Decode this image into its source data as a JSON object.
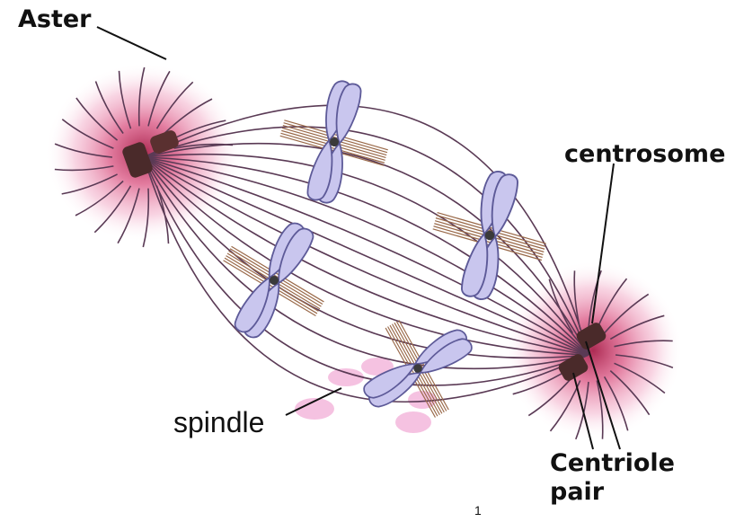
{
  "labels": {
    "aster": "Aster",
    "centrosome": "centrosome",
    "spindle": "spindle",
    "centriole_line1": "Centriole",
    "centriole_line2": "pair",
    "page_mark": "1"
  },
  "colors": {
    "fiber": "#5a3a55",
    "aster_glow": "#d9507f",
    "chromosome_fill": "#c9c6ee",
    "chromosome_outline": "#5d5a98",
    "kinetochore_fiber": "#9a6a4a",
    "centriole": "#4a2a2a",
    "spindle_highlight": "#f4b8dc"
  },
  "icons": [
    "aster",
    "centrosome",
    "centriole-pair",
    "chromosome",
    "spindle-fiber"
  ]
}
